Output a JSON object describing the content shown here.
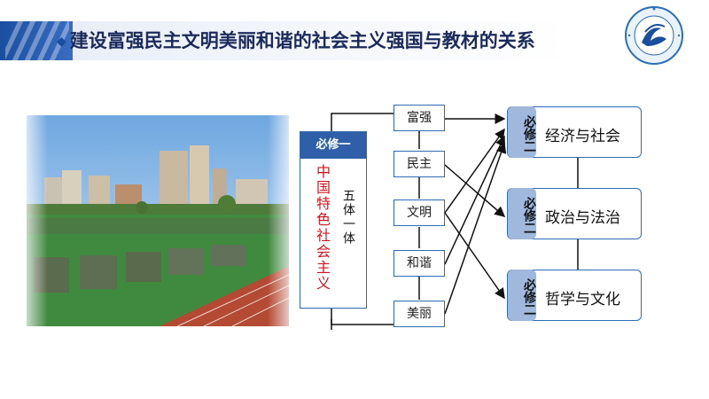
{
  "header": {
    "bullet": "◆",
    "title": "建设富强民主文明美丽和谐的社会主义强国与教材的关系"
  },
  "left_panel": {
    "tag": "必修一",
    "vertical_text": "中国特色社会主义",
    "side_text": "五体一体"
  },
  "keywords": [
    "富强",
    "民主",
    "文明",
    "和谐",
    "美丽"
  ],
  "subjects": [
    {
      "tag": "必修二",
      "name": "经济与社会"
    },
    {
      "tag": "必修二",
      "name": "政治与法治"
    },
    {
      "tag": "必修二",
      "name": "哲学与文化"
    }
  ],
  "colors": {
    "header_blue": "#1a4fa0",
    "border_blue": "#2f6bb3",
    "tag_blue": "#2f5fa8",
    "tag_light": "#9fb8dc",
    "red_text": "#d0141e"
  }
}
